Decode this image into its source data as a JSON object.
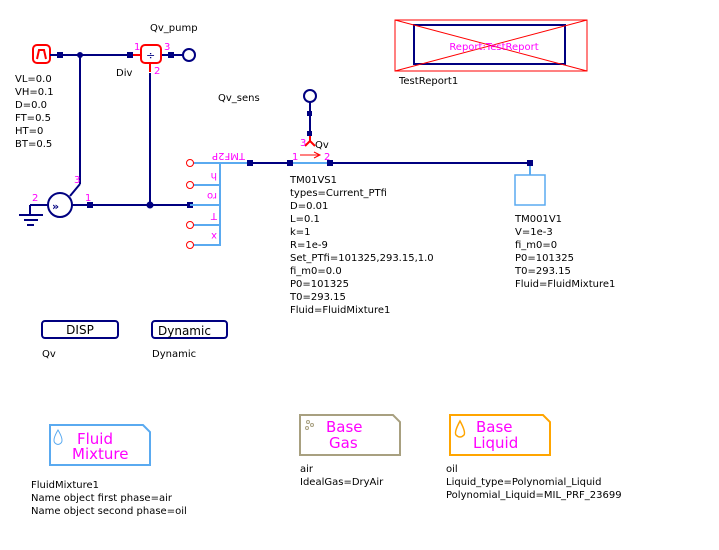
{
  "source": {
    "params": [
      "VL=0.0",
      "VH=0.1",
      "D=0.0",
      "FT=0.5",
      "HT=0",
      "BT=0.5"
    ]
  },
  "div": {
    "label": "Div",
    "ports": [
      "1",
      "2",
      "3"
    ]
  },
  "qv_pump": {
    "label": "Qv_pump"
  },
  "pump": {
    "ports": [
      "1",
      "2",
      "3"
    ]
  },
  "qv_sens": {
    "label": "Qv_sens"
  },
  "sensor": {
    "label": "Qv",
    "ports": [
      "1",
      "2",
      "3"
    ]
  },
  "tmf2p": {
    "label": "TMF2P",
    "ports": [
      "h",
      "ro",
      "T",
      "x"
    ]
  },
  "pipe": {
    "params": [
      "TM01VS1",
      "types=Current_PTfi",
      "D=0.01",
      "L=0.1",
      "k=1",
      "R=1e-9",
      "Set_PTfi=101325,293.15,1.0",
      "fi_m0=0.0",
      "P0=101325",
      "T0=293.15",
      "Fluid=FluidMixture1"
    ]
  },
  "volume": {
    "params": [
      "TM001V1",
      "V=1e-3",
      "fi_m0=0",
      "P0=101325",
      "T0=293.15",
      "Fluid=FluidMixture1"
    ]
  },
  "report": {
    "inner_label": "Report:TestReport",
    "name": "TestReport1"
  },
  "disp": {
    "button": "DISP",
    "label": "Qv"
  },
  "dynamic": {
    "button": "Dynamic",
    "label": "Dynamic"
  },
  "fluid_mixture": {
    "title_1": "Fluid",
    "title_2": "Mixture",
    "params": [
      "FluidMixture1",
      "Name object first phase=air",
      "Name object second phase=oil"
    ],
    "color": "#5aaaf0"
  },
  "base_gas": {
    "title_1": "Base",
    "title_2": "Gas",
    "params": [
      "air",
      "IdealGas=DryAir"
    ],
    "color": "#a8a080"
  },
  "base_liquid": {
    "title_1": "Base",
    "title_2": "Liquid",
    "params": [
      "oil",
      "Liquid_type=Polynomial_Liquid",
      "Polynomial_Liquid=MIL_PRF_23699"
    ],
    "color": "#ffa500"
  },
  "colors": {
    "wire": "#000080",
    "bus": "#5aaaf0",
    "port_labels": "#ff00ff",
    "active": "#ff0000"
  }
}
